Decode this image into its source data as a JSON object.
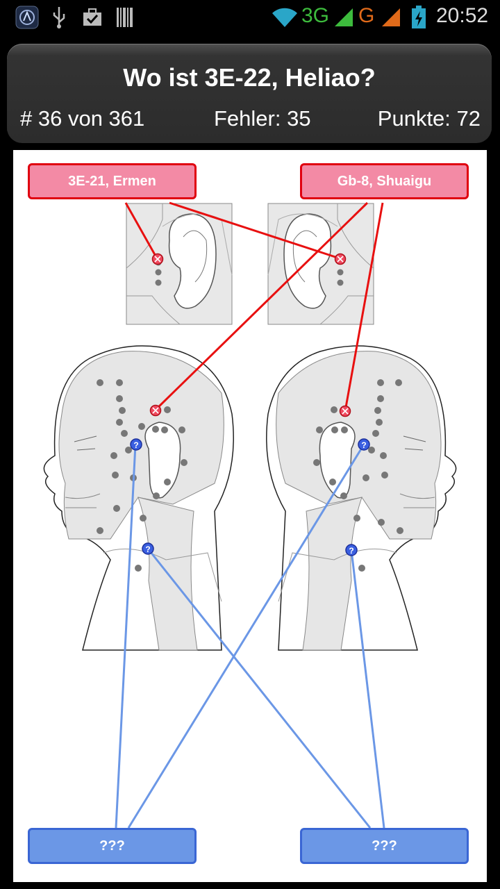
{
  "status_bar": {
    "time": "20:52",
    "network_3g": "3G",
    "network_g": "G",
    "icons": [
      "app-icon",
      "usb-icon",
      "briefcase-check-icon",
      "barcode-icon",
      "wifi-icon",
      "signal-icon",
      "battery-charging-icon"
    ]
  },
  "quiz": {
    "question": "Wo ist 3E-22, Heliao?",
    "progress": "# 36 von 361",
    "errors": "Fehler: 35",
    "points": "Punkte: 72"
  },
  "labels": {
    "top_left": "3E-21, Ermen",
    "top_right": "Gb-8, Shuaigu",
    "bottom_left": "???",
    "bottom_right": "???"
  },
  "colors": {
    "known_point": "#f04a60",
    "unknown_point": "#3a5fe0",
    "red_line": "#e81010",
    "blue_line": "#6b97e6"
  }
}
